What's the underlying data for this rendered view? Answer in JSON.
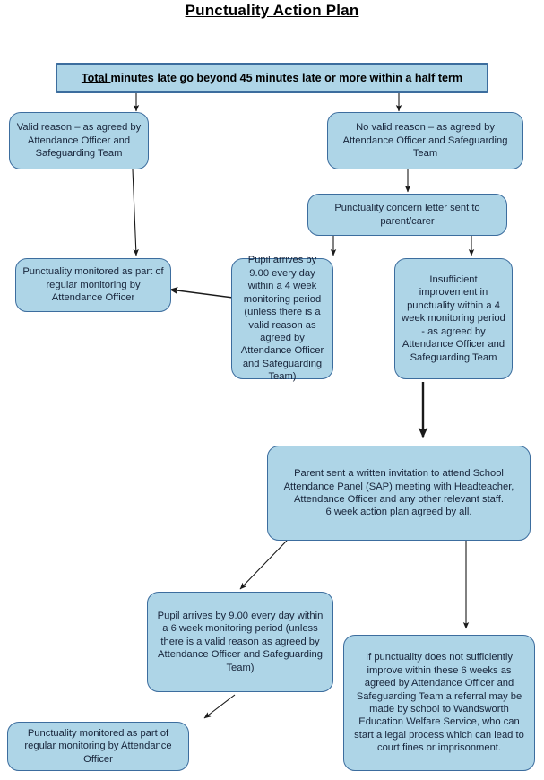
{
  "page": {
    "title": "Punctuality Action Plan",
    "background_color": "#ffffff",
    "node_fill_color": "#aed5e7",
    "node_border_color": "#3c6d9e",
    "text_color": "#17243a",
    "connector_color": "#1a1a1a"
  },
  "flowchart": {
    "type": "flowchart",
    "orientation": "top-down",
    "nodes": [
      {
        "id": "trigger",
        "lead_underlined": "Total ",
        "label": "minutes late go beyond 45 minutes late or more within a half term"
      },
      {
        "id": "valid-reason",
        "label": "Valid reason – as agreed by Attendance Officer and Safeguarding Team"
      },
      {
        "id": "no-valid-reason",
        "label": "No valid reason – as agreed by Attendance Officer and Safeguarding Team"
      },
      {
        "id": "concern-letter",
        "label": "Punctuality concern letter sent to parent/carer"
      },
      {
        "id": "monitored-regular",
        "label": "Punctuality monitored as part of regular monitoring by Attendance Officer"
      },
      {
        "id": "pupil-arrives-4week",
        "label": "Pupil arrives by 9.00 every day within a 4 week monitoring period (unless there is a valid reason as agreed by Attendance Officer and Safeguarding Team)"
      },
      {
        "id": "insufficient-improvement",
        "label": "Insufficient improvement in punctuality within a 4 week monitoring period - as agreed by Attendance Officer and Safeguarding Team"
      },
      {
        "id": "sap-invitation",
        "label": "Parent sent a written invitation to attend School Attendance Panel (SAP) meeting with Headteacher, Attendance Officer and any other relevant staff.\n6 week action plan agreed by all."
      },
      {
        "id": "pupil-arrives-6week",
        "label": "Pupil arrives by 9.00 every day within a 6 week monitoring period (unless there is a valid reason as agreed by Attendance Officer and Safeguarding Team)"
      },
      {
        "id": "referral-ews",
        "label": "If punctuality does not sufficiently improve within these 6 weeks as agreed by Attendance Officer and Safeguarding Team a referral may be made by school to Wandsworth Education Welfare Service, who can start a legal process which can lead to court fines or imprisonment."
      },
      {
        "id": "monitored-regular-2",
        "label": "Punctuality monitored as part of regular monitoring by Attendance Officer"
      }
    ],
    "edges": [
      {
        "from": "trigger",
        "to": "valid-reason"
      },
      {
        "from": "trigger",
        "to": "no-valid-reason"
      },
      {
        "from": "no-valid-reason",
        "to": "concern-letter"
      },
      {
        "from": "valid-reason",
        "to": "monitored-regular"
      },
      {
        "from": "concern-letter",
        "to": "pupil-arrives-4week"
      },
      {
        "from": "concern-letter",
        "to": "insufficient-improvement"
      },
      {
        "from": "pupil-arrives-4week",
        "to": "monitored-regular"
      },
      {
        "from": "insufficient-improvement",
        "to": "sap-invitation"
      },
      {
        "from": "sap-invitation",
        "to": "pupil-arrives-6week"
      },
      {
        "from": "sap-invitation",
        "to": "referral-ews"
      },
      {
        "from": "pupil-arrives-6week",
        "to": "monitored-regular-2"
      }
    ]
  }
}
